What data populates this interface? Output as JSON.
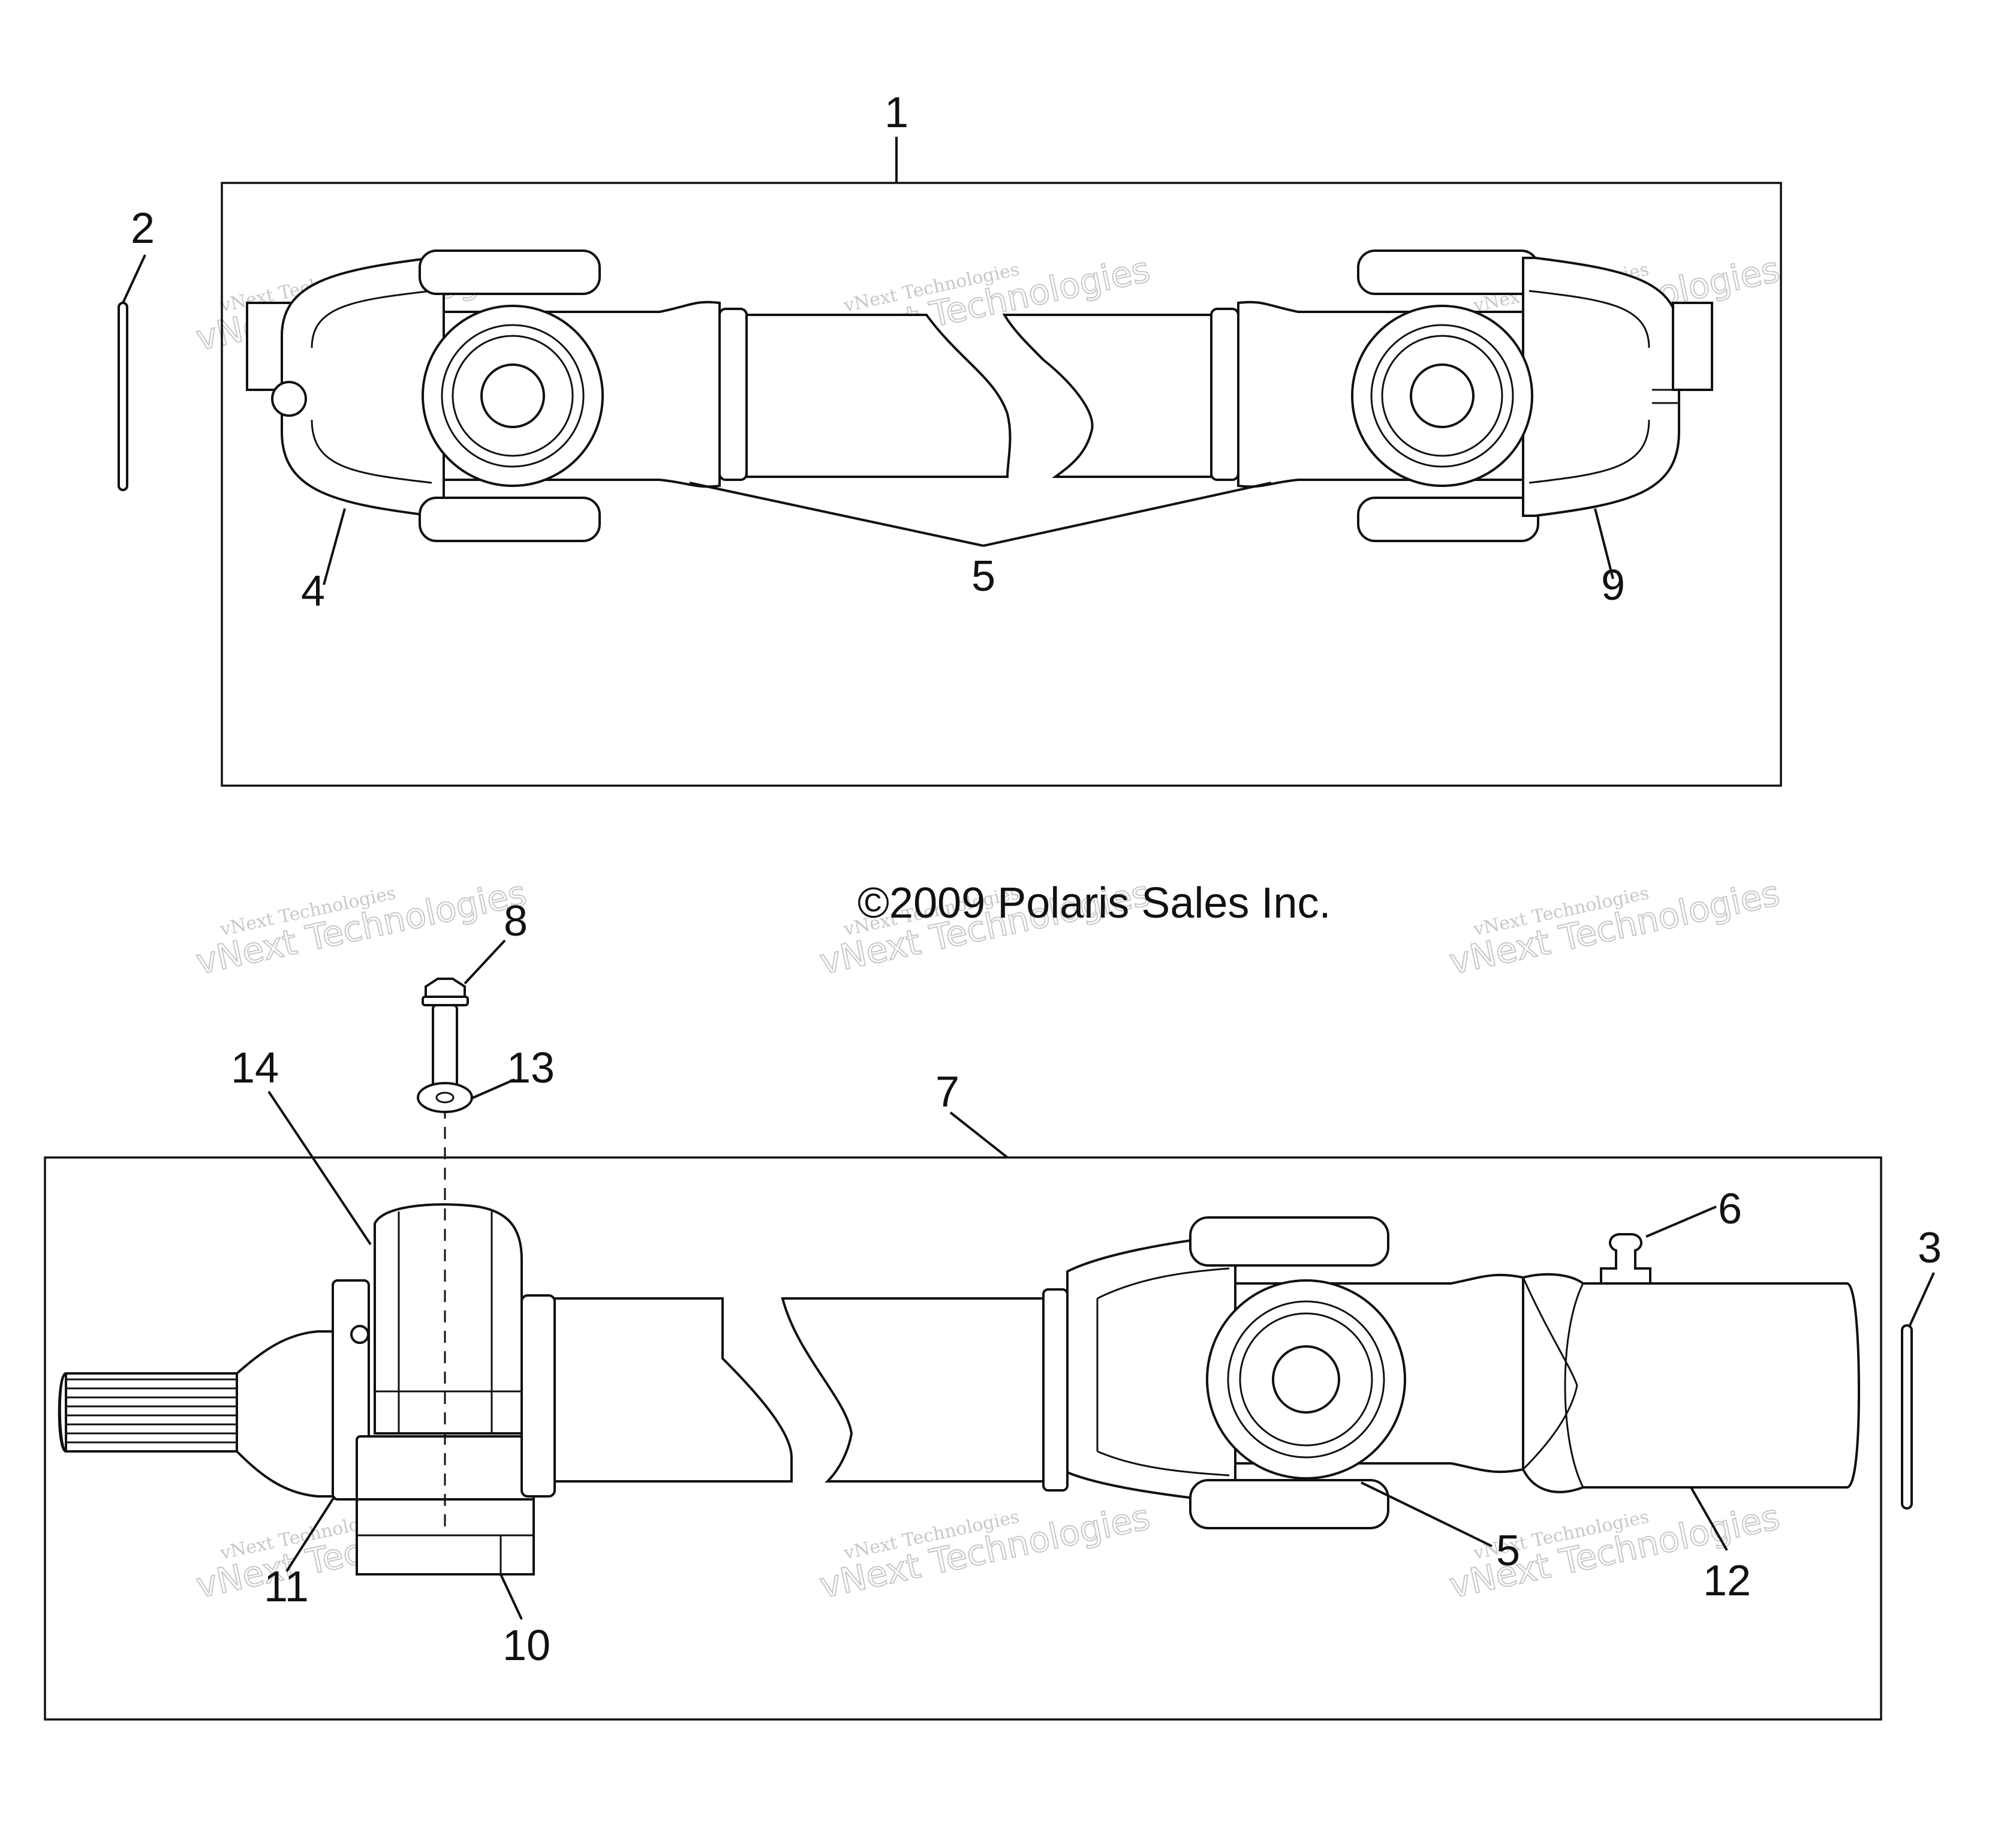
{
  "copyright": "©2009 Polaris Sales Inc.",
  "watermark": {
    "line1": "vNext Technologies",
    "line2": "vNext Technologies"
  },
  "callouts": {
    "c1": "1",
    "c2": "2",
    "c3": "3",
    "c4": "4",
    "c5a": "5",
    "c5b": "5",
    "c6": "6",
    "c7": "7",
    "c8": "8",
    "c9": "9",
    "c10": "10",
    "c11": "11",
    "c12": "12",
    "c13": "13",
    "c14": "14"
  }
}
